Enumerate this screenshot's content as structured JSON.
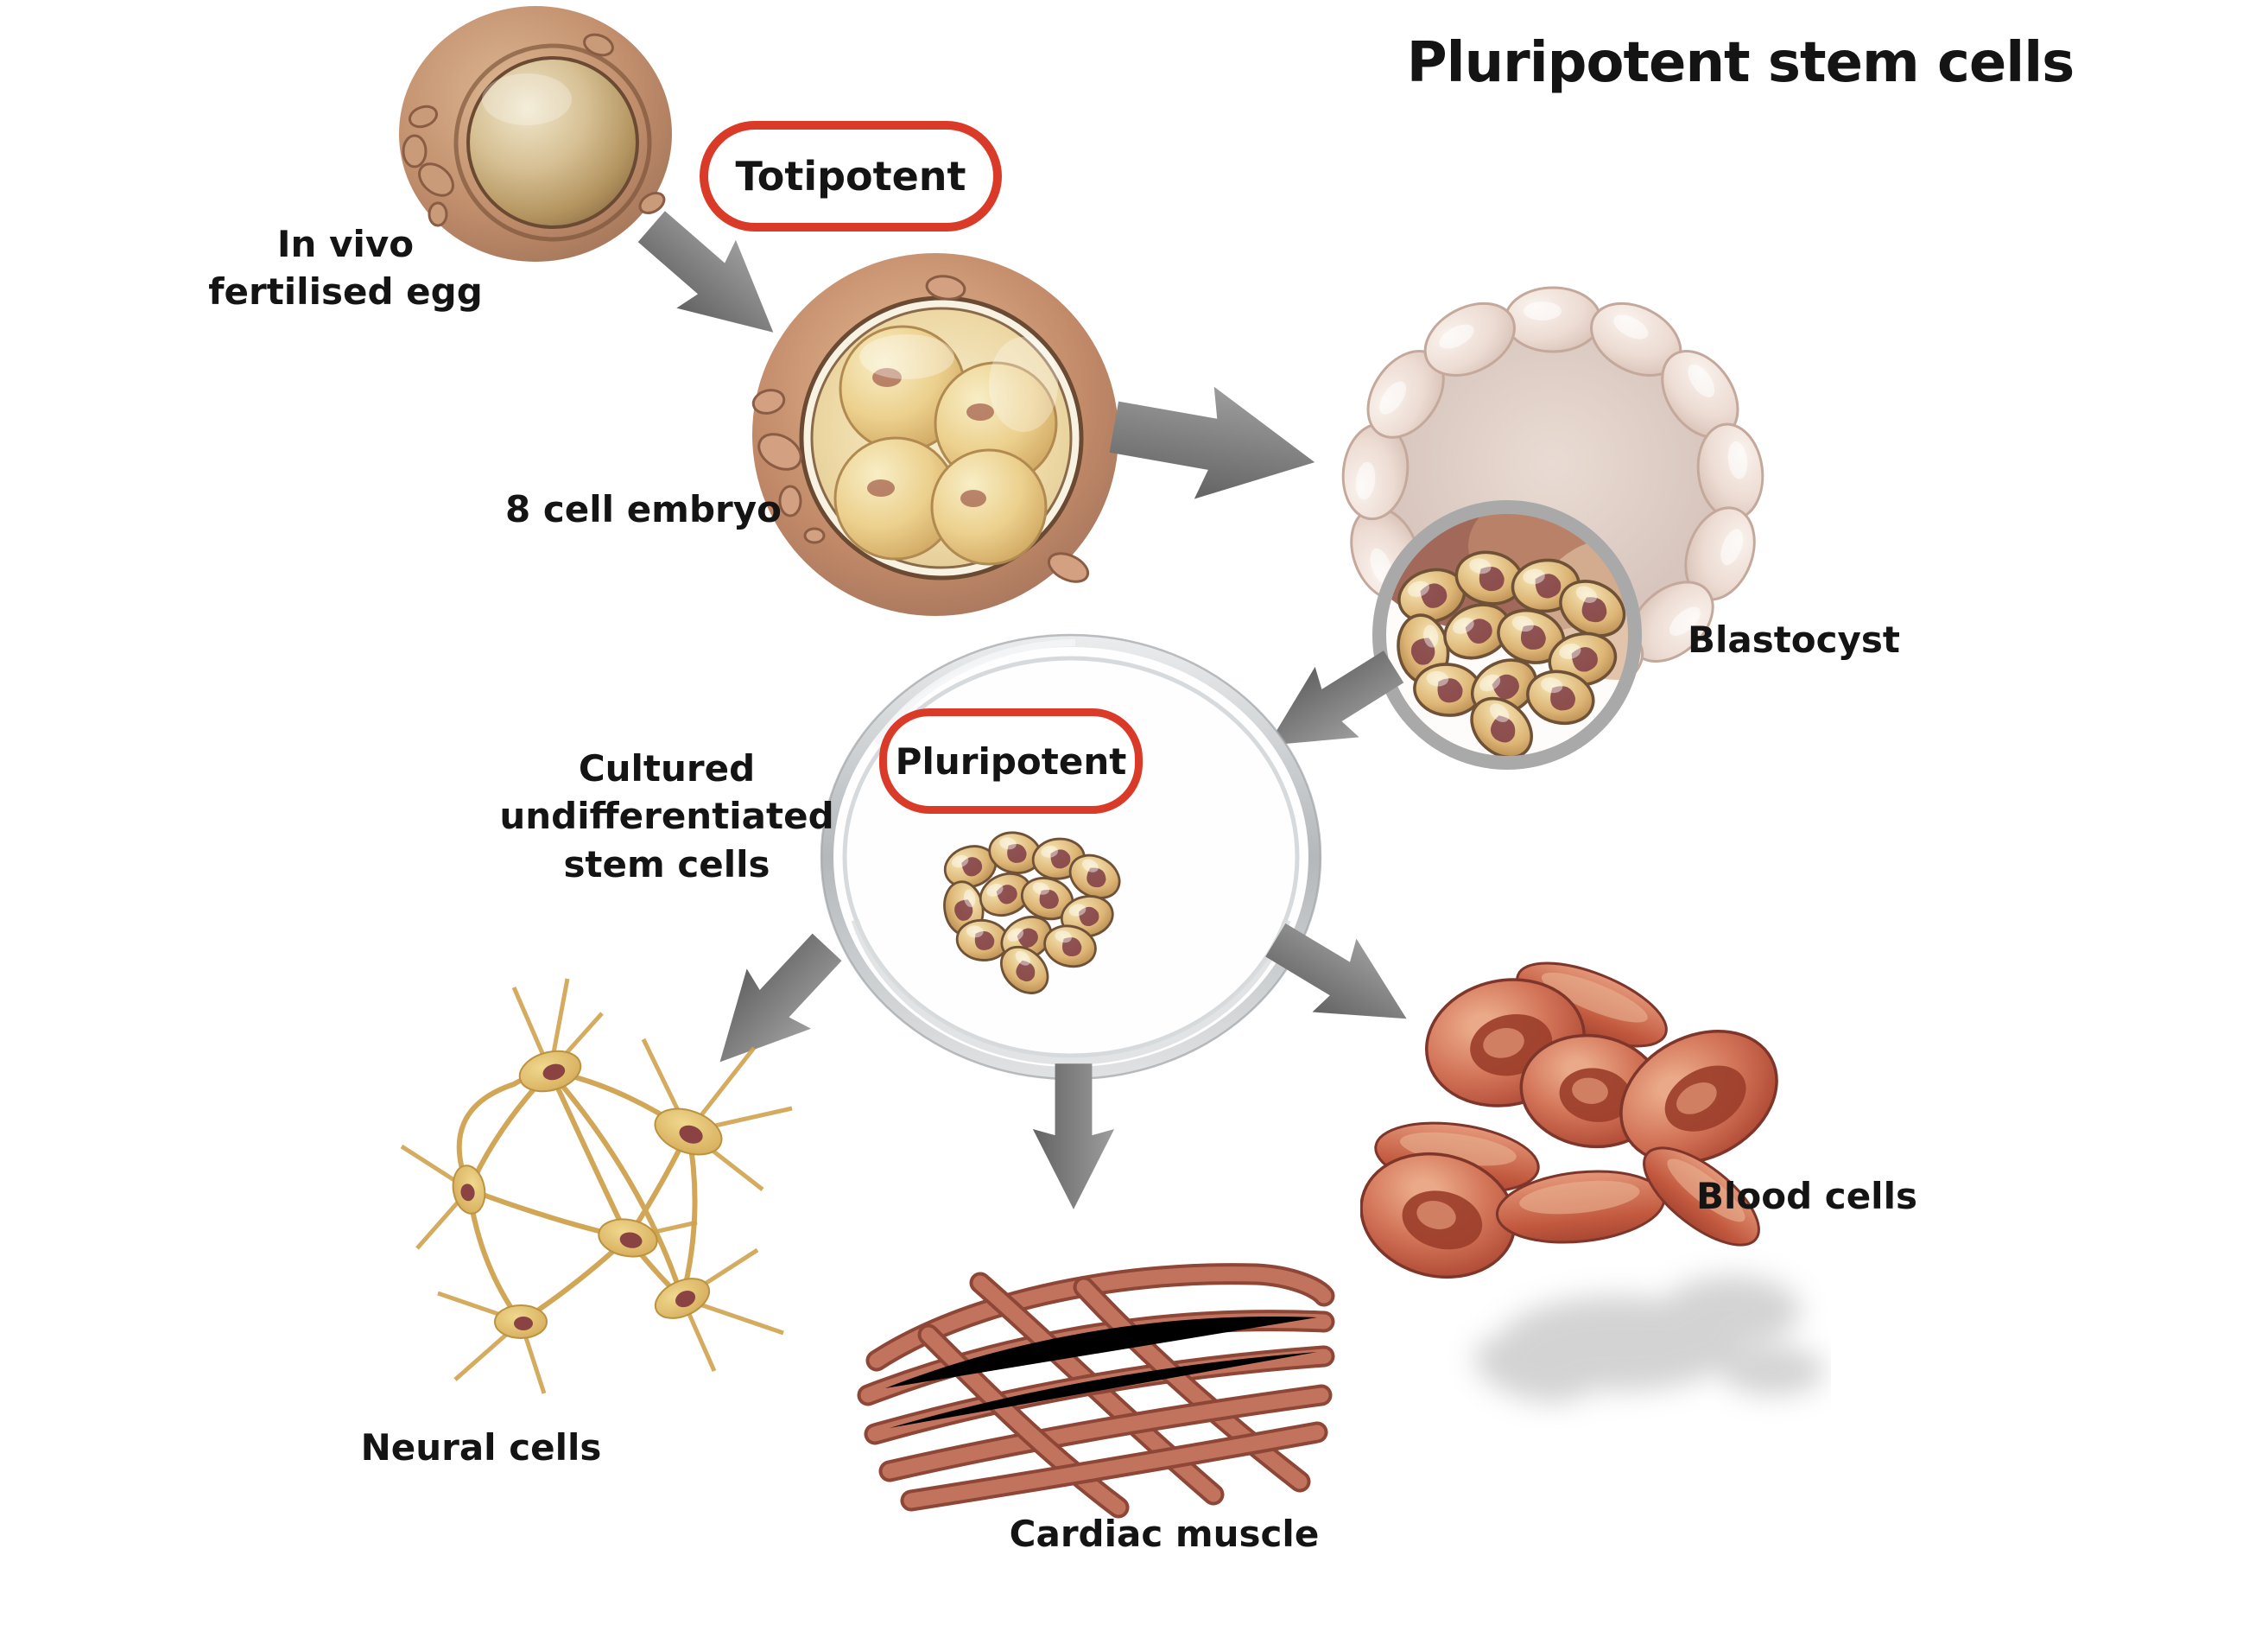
{
  "title": "Pluripotent stem cells",
  "badges": {
    "totipotent": "Totipotent",
    "pluripotent": "Pluripotent"
  },
  "labels": {
    "in_vivo_egg": "In vivo\nfertilised egg",
    "eight_cell_embryo": "8 cell embryo",
    "blastocyst": "Blastocyst",
    "cultured_stem_cells": "Cultured\nundifferentiated\nstem cells",
    "neural_cells": "Neural cells",
    "cardiac_muscle": "Cardiac muscle",
    "blood_cells": "Blood cells"
  },
  "colors": {
    "badge-outline": "#da3a28",
    "arrow-gray": "#7b7b7b",
    "text": "#141414",
    "background": "#ffffff"
  },
  "diagram": {
    "flow": [
      {
        "from": "In vivo fertilised egg",
        "to": "8 cell embryo",
        "state": "Totipotent"
      },
      {
        "from": "8 cell embryo",
        "to": "Blastocyst"
      },
      {
        "from": "Blastocyst",
        "to": "Cultured undifferentiated stem cells",
        "state": "Pluripotent"
      },
      {
        "from": "Cultured undifferentiated stem cells",
        "to": "Neural cells"
      },
      {
        "from": "Cultured undifferentiated stem cells",
        "to": "Cardiac muscle"
      },
      {
        "from": "Cultured undifferentiated stem cells",
        "to": "Blood cells"
      }
    ]
  }
}
